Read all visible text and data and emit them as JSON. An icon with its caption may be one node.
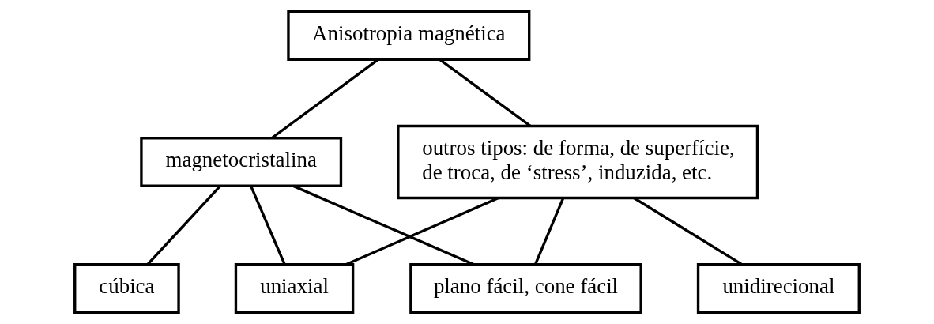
{
  "diagram": {
    "nodes": [
      {
        "text": [
          "Anisotropia magnética"
        ]
      },
      {
        "text": [
          "magnetocristalina"
        ]
      },
      {
        "text": [
          "outros tipos: de forma, de superfície, de troca, de ‘stress’, induzida, etc."
        ]
      },
      {
        "text": [
          "cúbica"
        ]
      },
      {
        "text": [
          "uniaxial"
        ]
      },
      {
        "text": [
          "plano fácil, cone fácil"
        ]
      },
      {
        "text": [
          "unidirecional"
        ]
      }
    ],
    "edges": [
      {
        "from": 0,
        "to": 1,
        "arrow": "none"
      },
      {
        "from": 0,
        "to": 2,
        "arrow": "none"
      },
      {
        "from": 1,
        "to": 3,
        "arrow": "none"
      },
      {
        "from": 1,
        "to": 4,
        "arrow": "none"
      },
      {
        "from": 1,
        "to": 5,
        "arrow": "none"
      },
      {
        "from": 2,
        "to": 4,
        "arrow": "none"
      },
      {
        "from": 2,
        "to": 5,
        "arrow": "none"
      },
      {
        "from": 2,
        "to": 6,
        "arrow": "none"
      }
    ]
  }
}
